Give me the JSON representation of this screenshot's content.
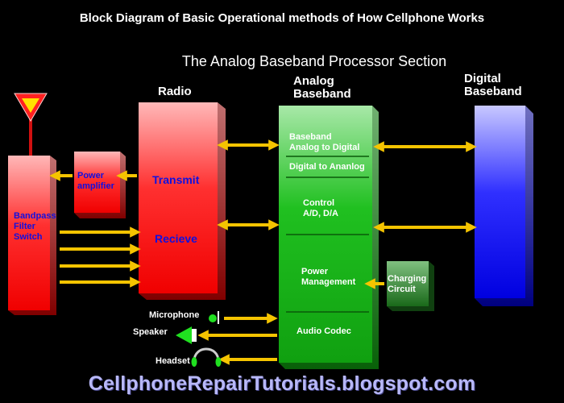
{
  "title": "Block Diagram of  Basic Operational methods of How Cellphone Works",
  "subtitle": "The Analog Baseband Processor Section",
  "headings": {
    "radio": "Radio",
    "analog_baseband": [
      "Analog",
      "Baseband"
    ],
    "digital_baseband": [
      "Digital",
      "Baseband"
    ]
  },
  "blocks": {
    "bandpass": [
      "Bandpass",
      "Filter",
      "Switch"
    ],
    "power_amplifier": [
      "Power",
      "amplifier"
    ],
    "transmit": "Transmit",
    "receive": "Recieve",
    "charging": [
      "Charging",
      "Circuit"
    ]
  },
  "analog_sections": {
    "adc": [
      "Baseband",
      "Analog to Digital"
    ],
    "dac": "Digital to Ananlog",
    "control": [
      "Control",
      "A/D, D/A"
    ],
    "power_mgmt": [
      "Power",
      "Management"
    ],
    "audio_codec": "Audio Codec"
  },
  "peripherals": {
    "microphone": "Microphone",
    "speaker": "Speaker",
    "headset": "Headset"
  },
  "footer": "CellphoneRepairTutorials.blogspot.com",
  "colors": {
    "arrow": "#f5c400",
    "red_block": "#ff2020",
    "green_block": "#18b818",
    "blue_block": "#2020ff",
    "label_blue": "#1010e0"
  },
  "icons": [
    "antenna-icon",
    "microphone-icon",
    "speaker-icon",
    "headset-icon"
  ]
}
